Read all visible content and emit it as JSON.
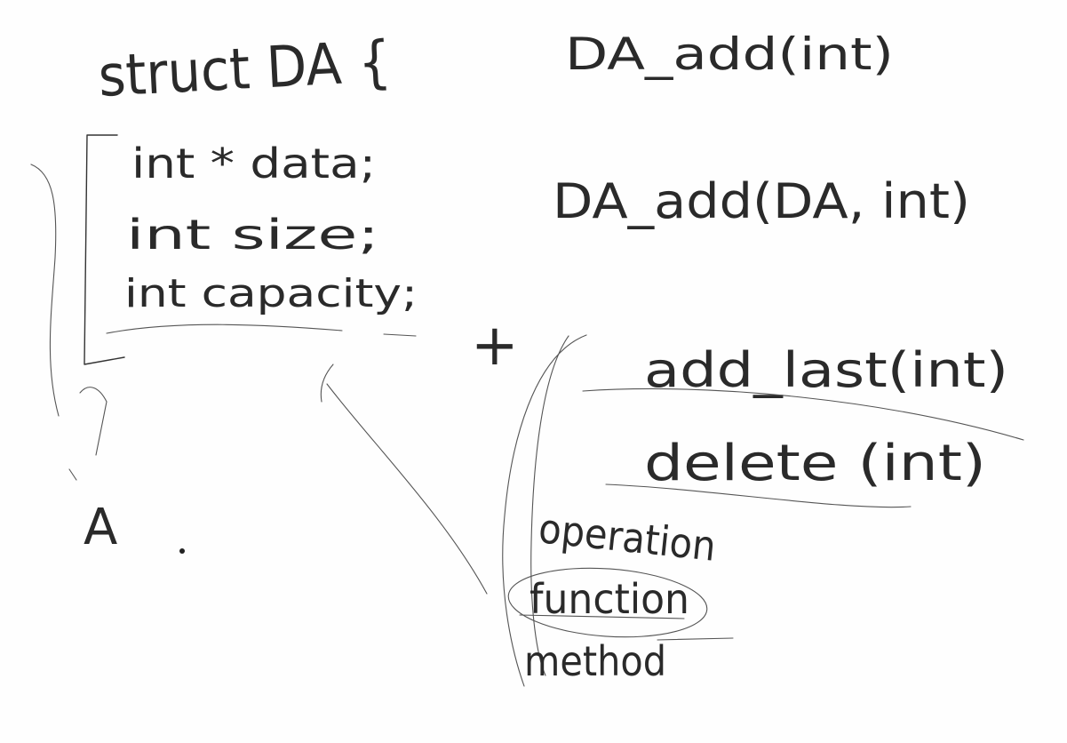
{
  "notes": {
    "struct_header": "struct DA {",
    "field_data": "int * data;",
    "field_size": "int size;",
    "field_capacity": "int capacity;",
    "label_a": "A",
    "da_add_1": "DA_add(int)",
    "da_add_2": "DA_add(DA, int)",
    "plus": "+",
    "add_last": "add_last(int)",
    "delete": "delete (int)",
    "operation": "operation",
    "function": "function",
    "method": "method"
  },
  "colors": {
    "ink": "#2a2a2a",
    "background": "#fefefe"
  }
}
